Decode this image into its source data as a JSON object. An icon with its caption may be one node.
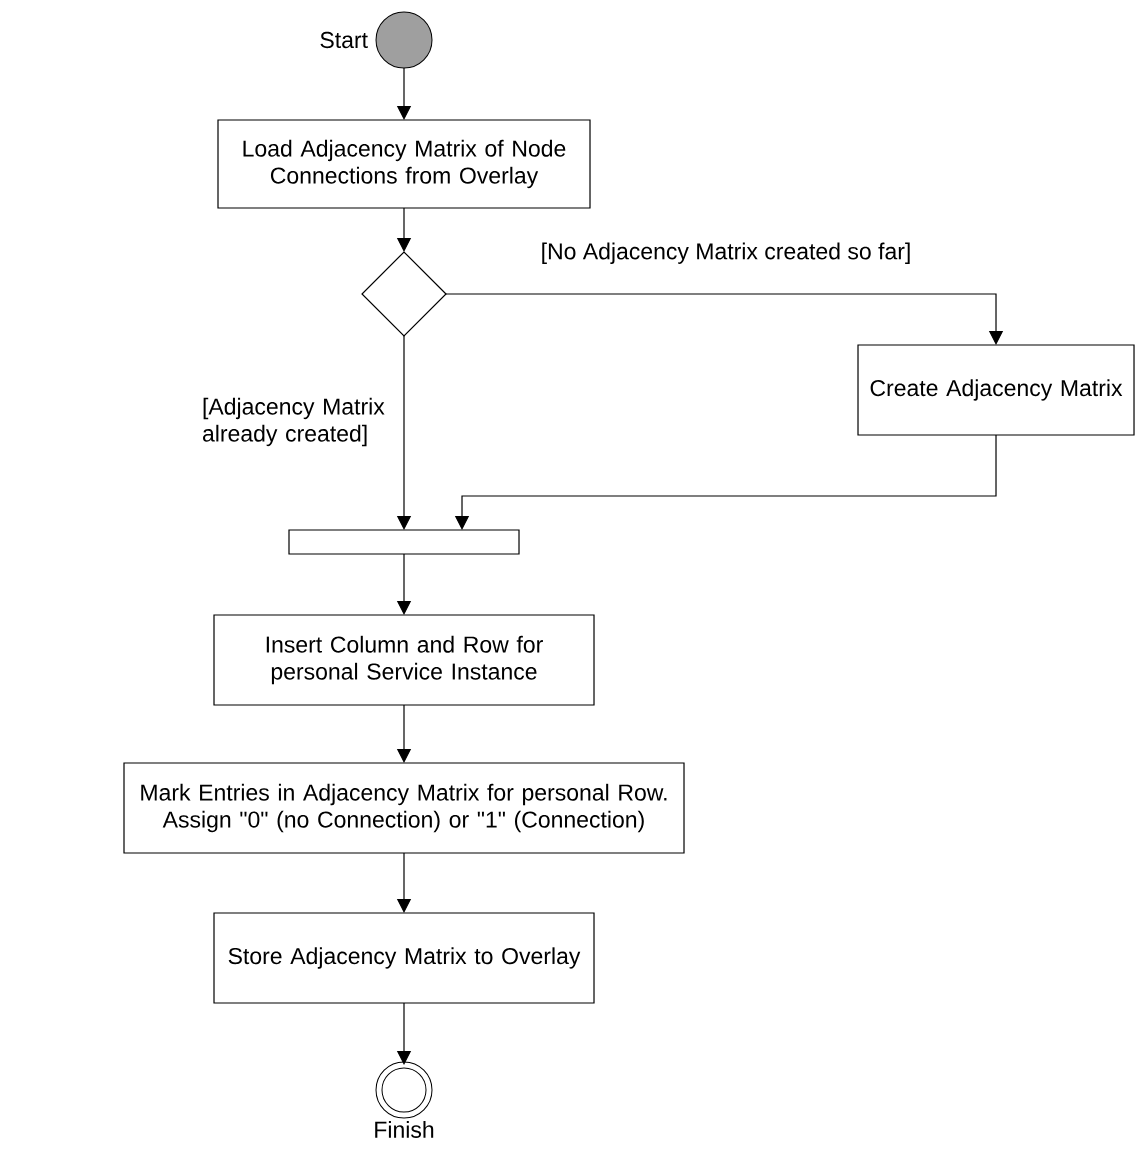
{
  "diagram": {
    "nodes": [
      {
        "text": [],
        "shape": "circle",
        "beside": [
          "Start"
        ]
      },
      {
        "text": [
          "Load Adjacency Matrix of Node Connections from Overlay"
        ]
      },
      {
        "text": [],
        "shape": "diamond"
      },
      {
        "text": [
          "Create Adjacency Matrix"
        ]
      },
      {
        "text": [],
        "shape": "bar"
      },
      {
        "text": [
          "Insert Column and Row for personal Service Instance"
        ]
      },
      {
        "text": [
          "Mark Entries in Adjacency Matrix for personal Row. Assign \"0\" (no Connection) or \"1\" (Connection)"
        ]
      },
      {
        "text": [
          "Store Adjacency Matrix to Overlay"
        ]
      },
      {
        "text": [],
        "shape": "ring",
        "beside": [
          "Finish"
        ]
      }
    ],
    "edges": [
      {
        "from": 0,
        "to": 1,
        "arrow": "to"
      },
      {
        "from": 1,
        "to": 2,
        "arrow": "to"
      },
      {
        "from": 2,
        "to": 3,
        "arrow": "to",
        "label": "[No Adjacency Matrix created so far]"
      },
      {
        "from": 2,
        "to": 4,
        "arrow": "to",
        "label": "[Adjacency Matrix already created]"
      },
      {
        "from": 3,
        "to": 4,
        "arrow": "to"
      },
      {
        "from": 4,
        "to": 5,
        "arrow": "to"
      },
      {
        "from": 5,
        "to": 6,
        "arrow": "to"
      },
      {
        "from": 6,
        "to": 7,
        "arrow": "to"
      },
      {
        "from": 7,
        "to": 8,
        "arrow": "to"
      }
    ]
  }
}
